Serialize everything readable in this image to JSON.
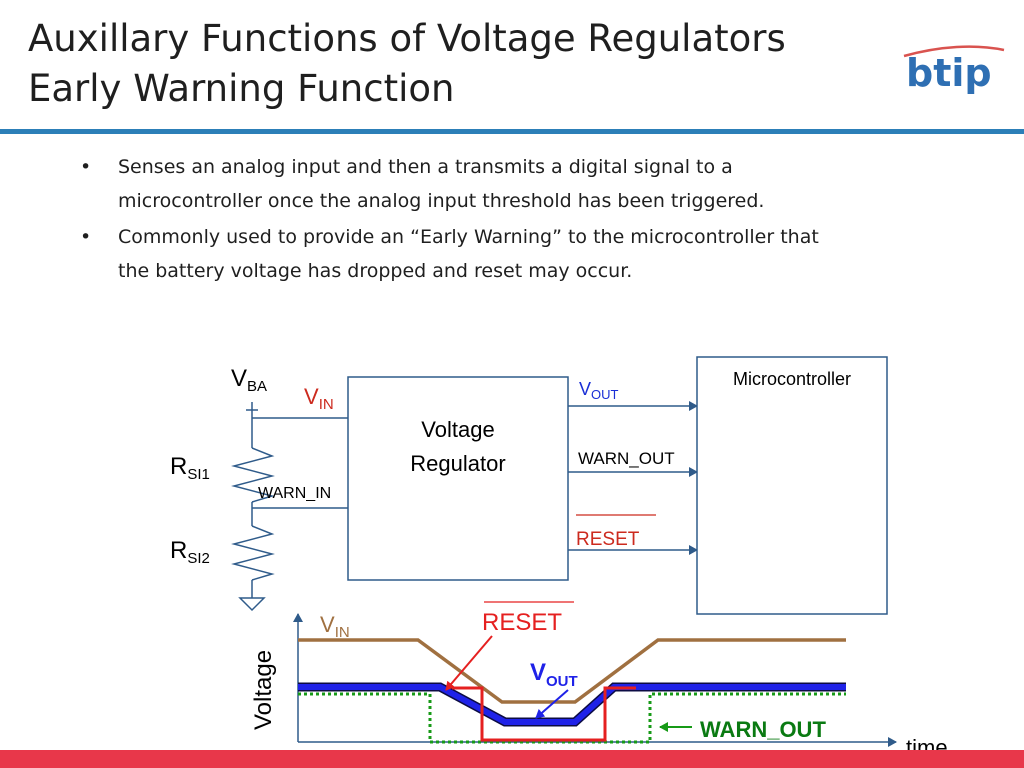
{
  "title": {
    "line1": "Auxillary Functions of Voltage Regulators",
    "line2": "Early Warning Function"
  },
  "logo": {
    "text": "btip",
    "color": "#2e6fb3",
    "swoosh_color": "#d9534f"
  },
  "bullets": [
    "Senses an analog input and then a transmits a digital signal to a microcontroller once the analog input threshold has been triggered.",
    "Commonly used to provide an “Early Warning” to the microcontroller that the battery voltage has dropped and reset may occur."
  ],
  "circuit": {
    "vbat": {
      "main": "V",
      "sub": "BA"
    },
    "vin": {
      "main": "V",
      "sub": "IN"
    },
    "rsi1": {
      "main": "R",
      "sub": "SI1"
    },
    "rsi2": {
      "main": "R",
      "sub": "SI2"
    },
    "warn_in": "WARN_IN",
    "regulator_line1": "Voltage",
    "regulator_line2": "Regulator",
    "vout": {
      "main": "V",
      "sub": "OUT"
    },
    "warn_out": "WARN_OUT",
    "reset": "RESET",
    "microcontroller": "Microcontroller"
  },
  "timing": {
    "y_axis_label": "Voltage",
    "x_axis_label": "time",
    "vin": {
      "main": "V",
      "sub": "IN"
    },
    "reset": "RESET",
    "vout": {
      "main": "V",
      "sub": "OUT"
    },
    "warn_out": "WARN_OUT"
  },
  "colors": {
    "wire": "#2f5b8a",
    "label_red": "#cc2a1e",
    "label_blue": "#1a2fd6",
    "vin_trace": "#a07040",
    "vout_trace": "#1f22e8",
    "reset_trace": "#e52020",
    "warn_trace": "#179a17",
    "warn_label": "#0a7a12",
    "bar": "#e8374a",
    "rule": "#2c7fb8"
  }
}
